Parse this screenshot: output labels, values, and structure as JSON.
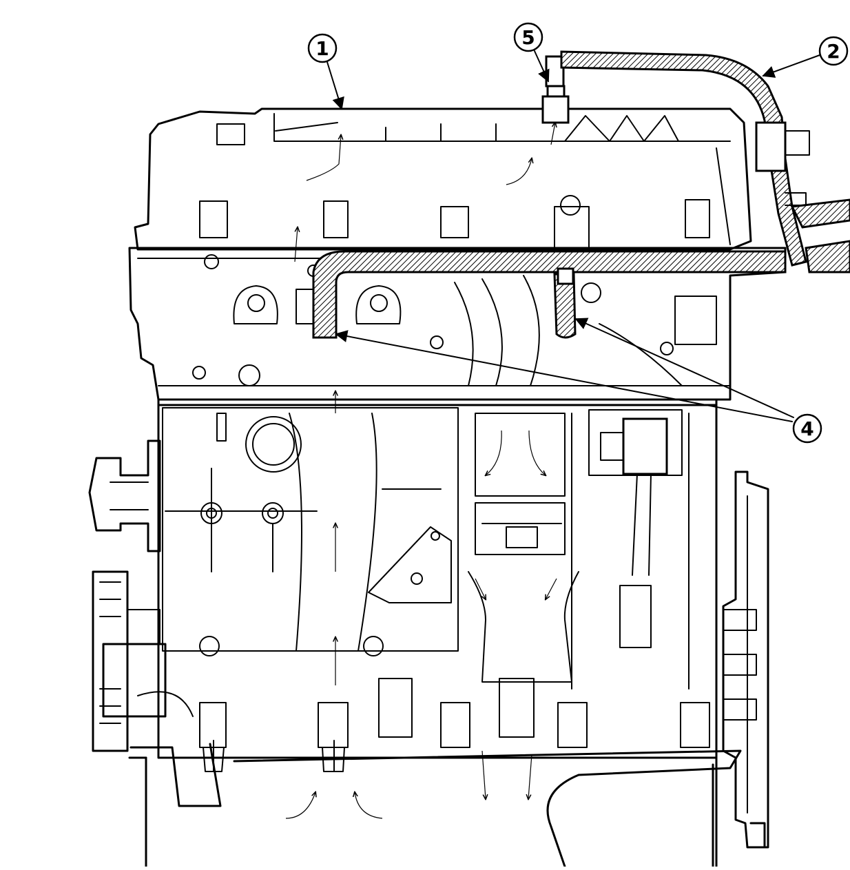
{
  "callouts": [
    {
      "id": "callout-1",
      "label": "1"
    },
    {
      "id": "callout-2",
      "label": "2"
    },
    {
      "id": "callout-4",
      "label": "4"
    },
    {
      "id": "callout-5",
      "label": "5"
    }
  ]
}
